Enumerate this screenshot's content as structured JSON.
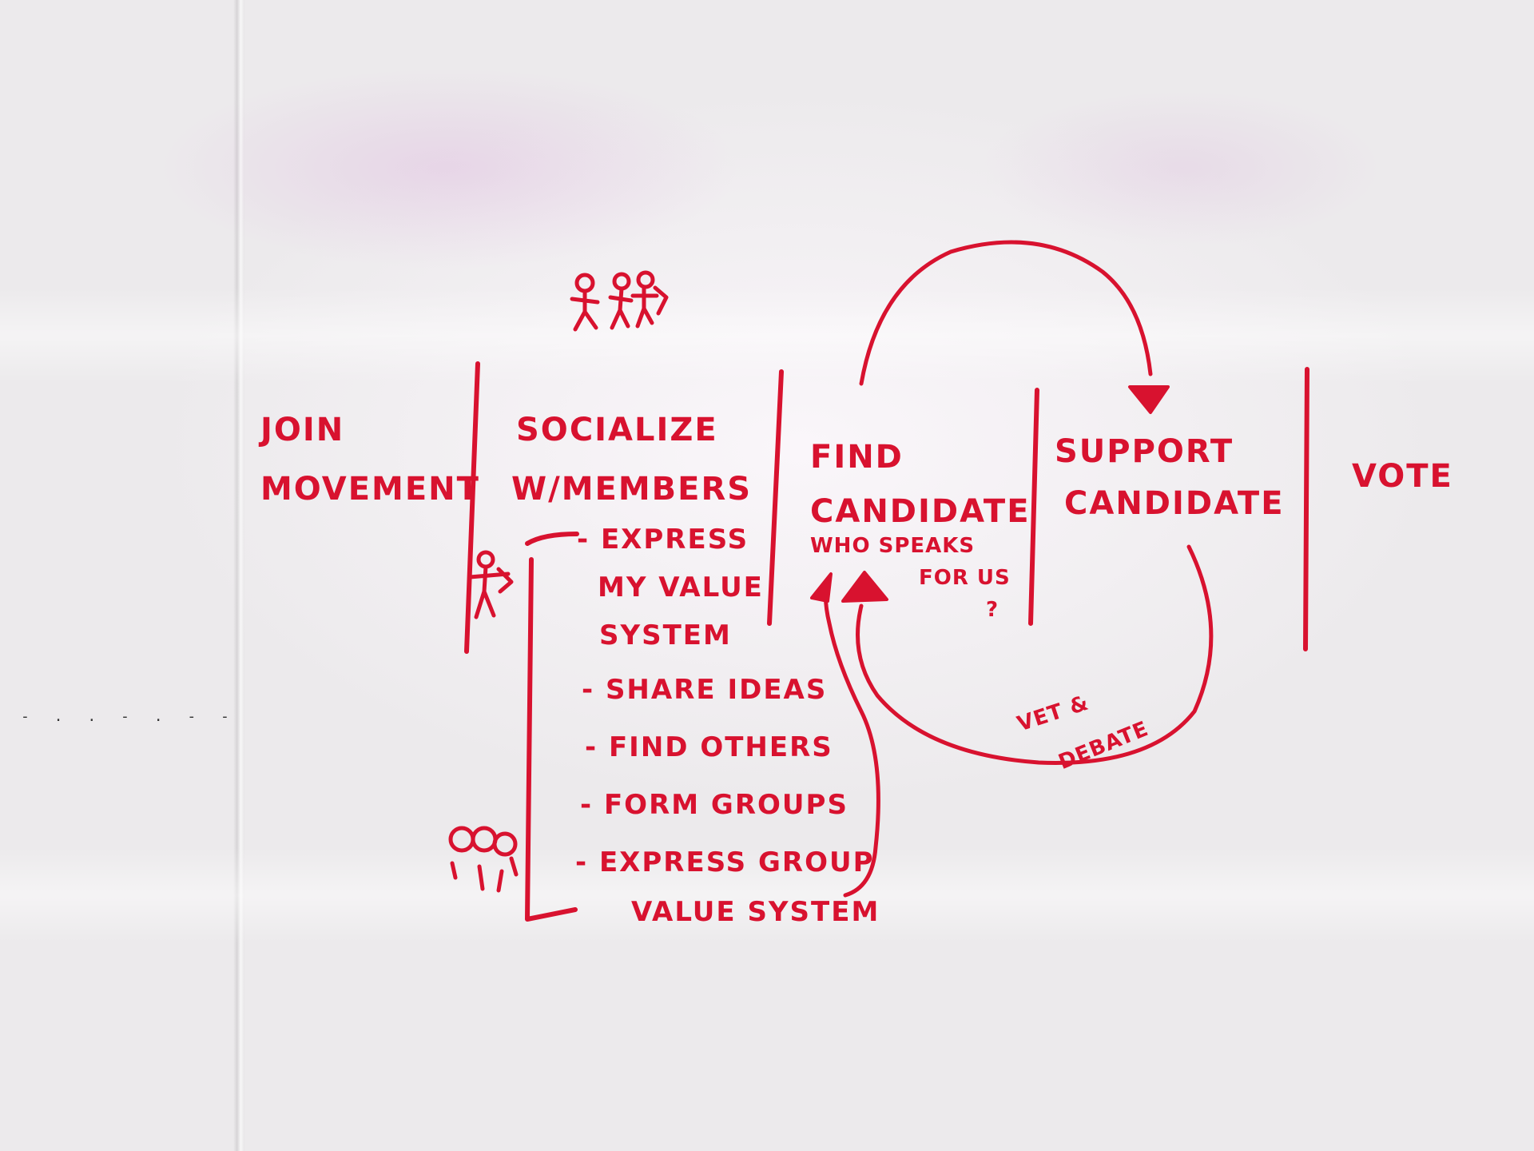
{
  "stages": [
    {
      "lines": [
        "JOIN",
        "MOVEMENT"
      ]
    },
    {
      "lines": [
        "SOCIALIZE",
        "W/MEMBERS"
      ]
    },
    {
      "lines": [
        "FIND",
        "CANDIDATE"
      ],
      "note": [
        "WHO SPEAKS",
        "FOR US",
        "?"
      ]
    },
    {
      "lines": [
        "SUPPORT",
        "CANDIDATE"
      ]
    },
    {
      "lines": [
        "VOTE"
      ]
    }
  ],
  "activities": [
    {
      "text": "- EXPRESS"
    },
    {
      "text": "MY VALUE"
    },
    {
      "text": "SYSTEM"
    },
    {
      "text": "- SHARE IDEAS"
    },
    {
      "text": "- FIND OTHERS"
    },
    {
      "text": "- FORM GROUPS"
    },
    {
      "text": "- EXPRESS GROUP"
    },
    {
      "text": "VALUE SYSTEM"
    }
  ],
  "loop_label": [
    "VET &",
    "DEBATE"
  ],
  "icons": [
    "people-icon",
    "person-icon",
    "group-icon"
  ],
  "colors": {
    "ink": "#d8122f",
    "board": "#ececec"
  }
}
